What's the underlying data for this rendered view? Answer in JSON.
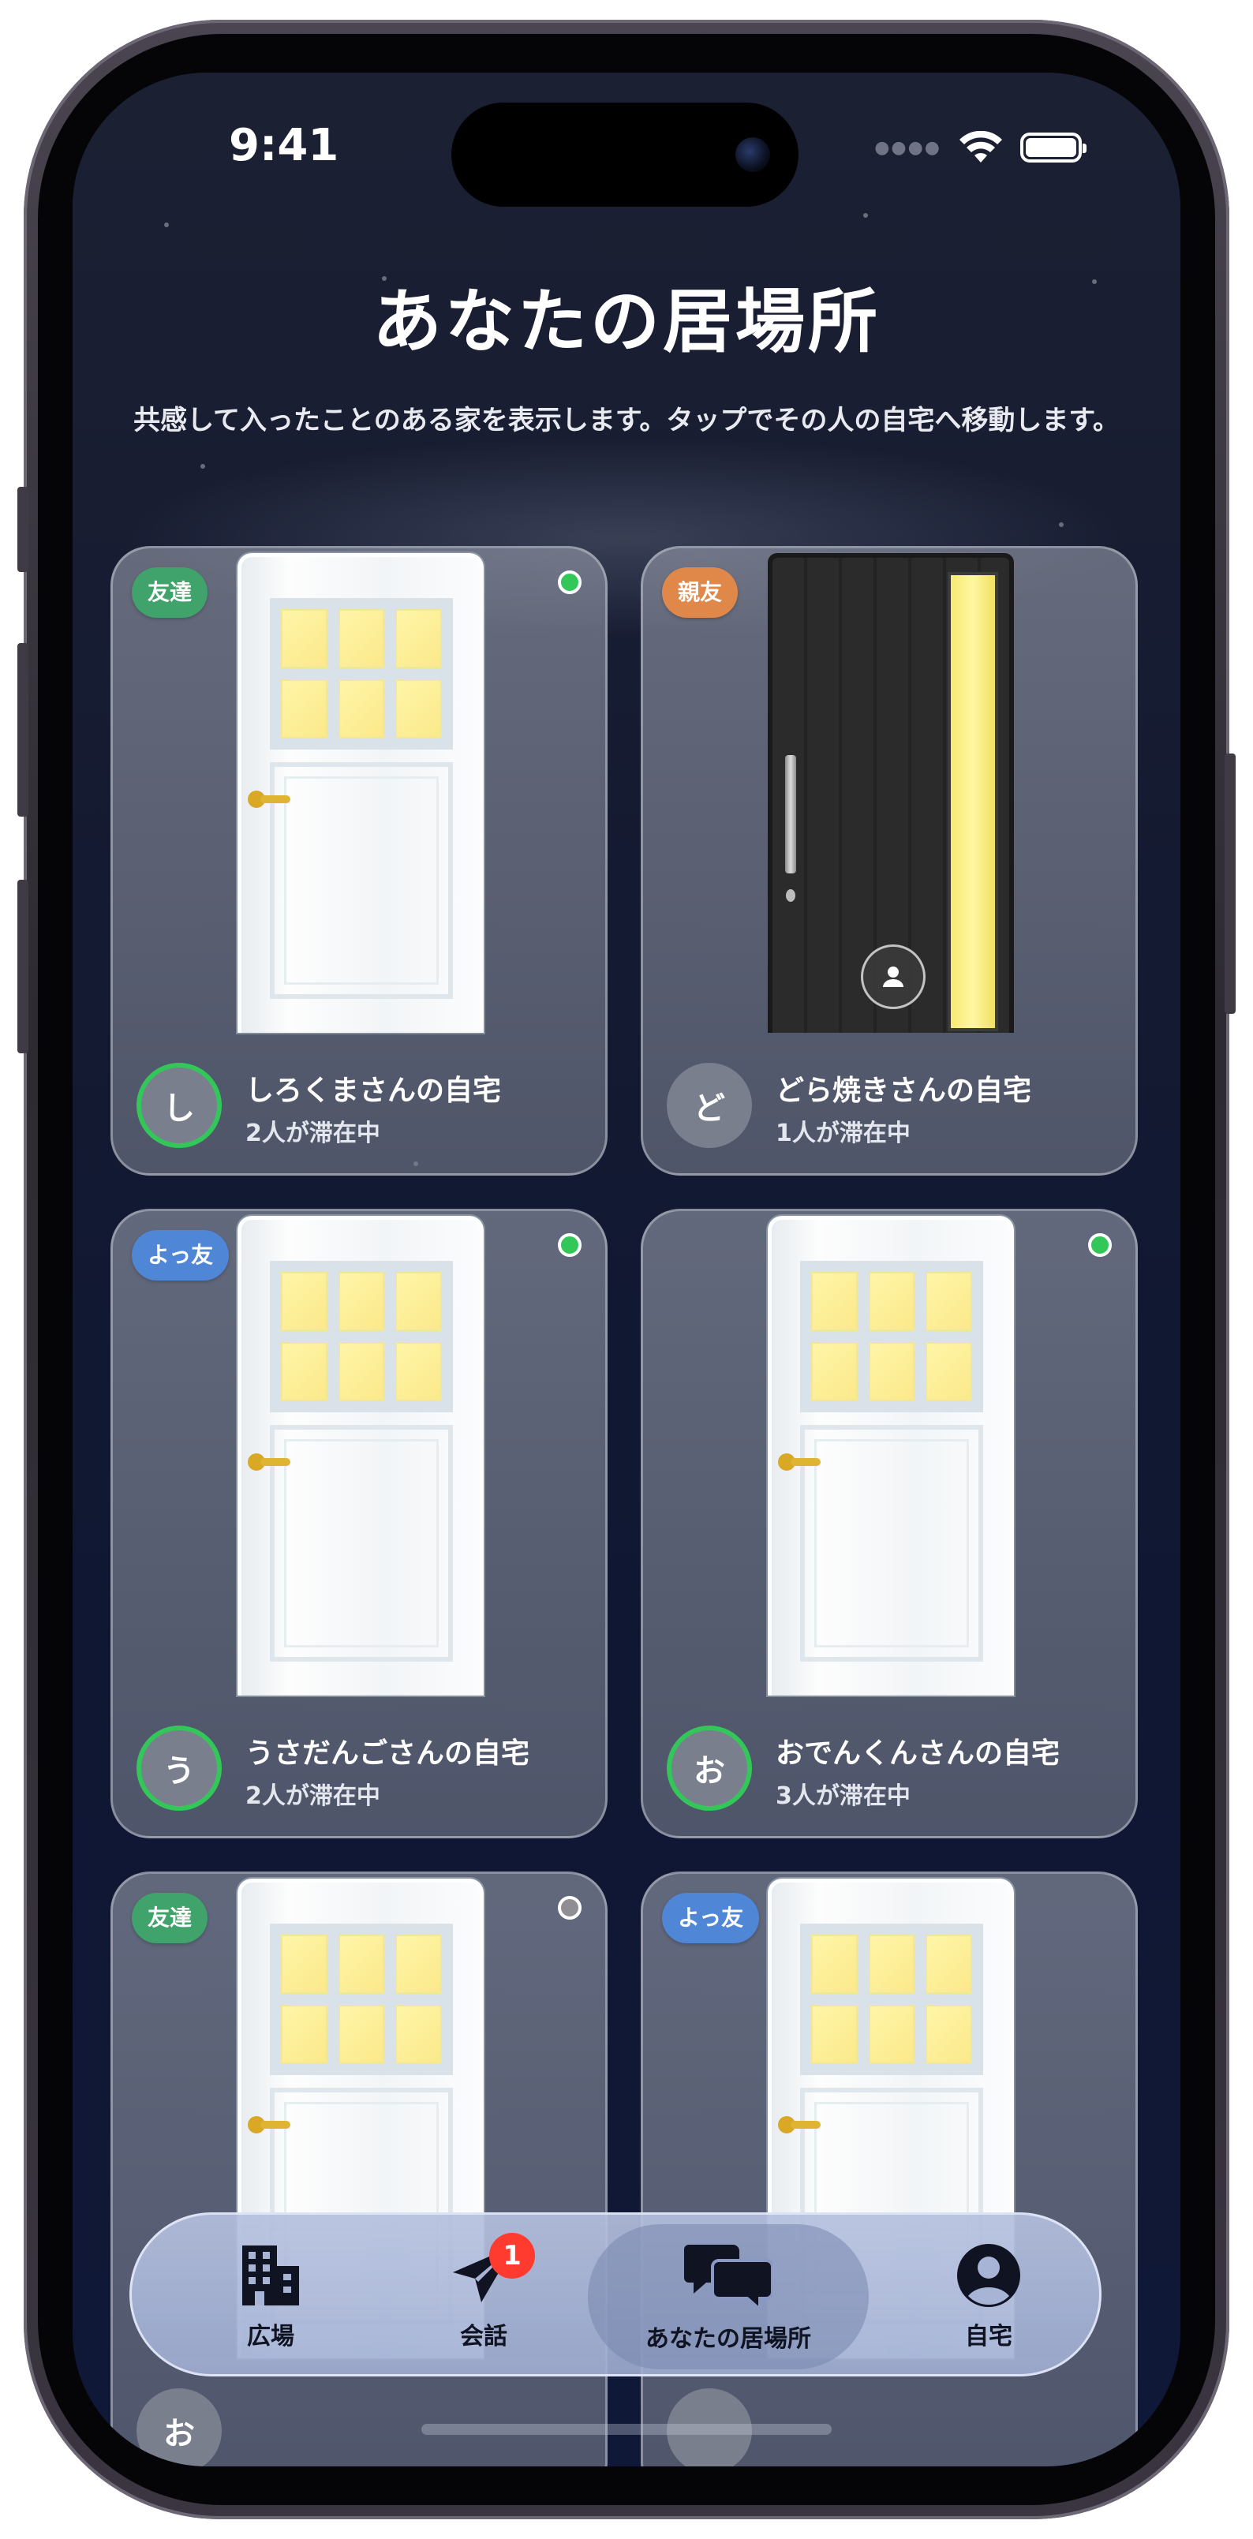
{
  "status_bar": {
    "time": "9:41"
  },
  "header": {
    "title": "あなたの居場所",
    "subtitle": "共感して入ったことのある家を表示します。タップでその人の自宅へ移動します。"
  },
  "cards": [
    {
      "badge": "友達",
      "badge_color": "#3fa36b",
      "door": "white",
      "status": "online",
      "avatar_initial": "し",
      "avatar_ring": true,
      "name": "しろくまさんの自宅",
      "occupancy": "2人が滞在中"
    },
    {
      "badge": "親友",
      "badge_color": "#e0874a",
      "door": "black",
      "status": "none",
      "avatar_initial": "ど",
      "avatar_ring": false,
      "name": "どら焼きさんの自宅",
      "occupancy": "1人が滞在中"
    },
    {
      "badge": "よっ友",
      "badge_color": "#4f86d6",
      "door": "white",
      "status": "online",
      "avatar_initial": "う",
      "avatar_ring": true,
      "name": "うさだんごさんの自宅",
      "occupancy": "2人が滞在中"
    },
    {
      "badge": "",
      "badge_color": "",
      "door": "white",
      "status": "online",
      "avatar_initial": "お",
      "avatar_ring": true,
      "name": "おでんくんさんの自宅",
      "occupancy": "3人が滞在中"
    },
    {
      "badge": "友達",
      "badge_color": "#3fa36b",
      "door": "white",
      "status": "offline",
      "avatar_initial": "お",
      "avatar_ring": false,
      "name": "",
      "occupancy": ""
    },
    {
      "badge": "よっ友",
      "badge_color": "#4f86d6",
      "door": "white",
      "status": "none",
      "avatar_initial": "",
      "avatar_ring": false,
      "name": "",
      "occupancy": ""
    }
  ],
  "colors": {
    "online": "#33c759",
    "offline": "#8e8e93",
    "accent_badge": "#ff3b30"
  },
  "tabbar": {
    "tabs": [
      {
        "label": "広場",
        "icon": "building-icon"
      },
      {
        "label": "会話",
        "icon": "paper-plane-icon",
        "badge": "1"
      },
      {
        "label": "あなたの居場所",
        "icon": "chat-bubbles-icon",
        "active": true
      },
      {
        "label": "自宅",
        "icon": "person-circle-icon"
      }
    ]
  }
}
